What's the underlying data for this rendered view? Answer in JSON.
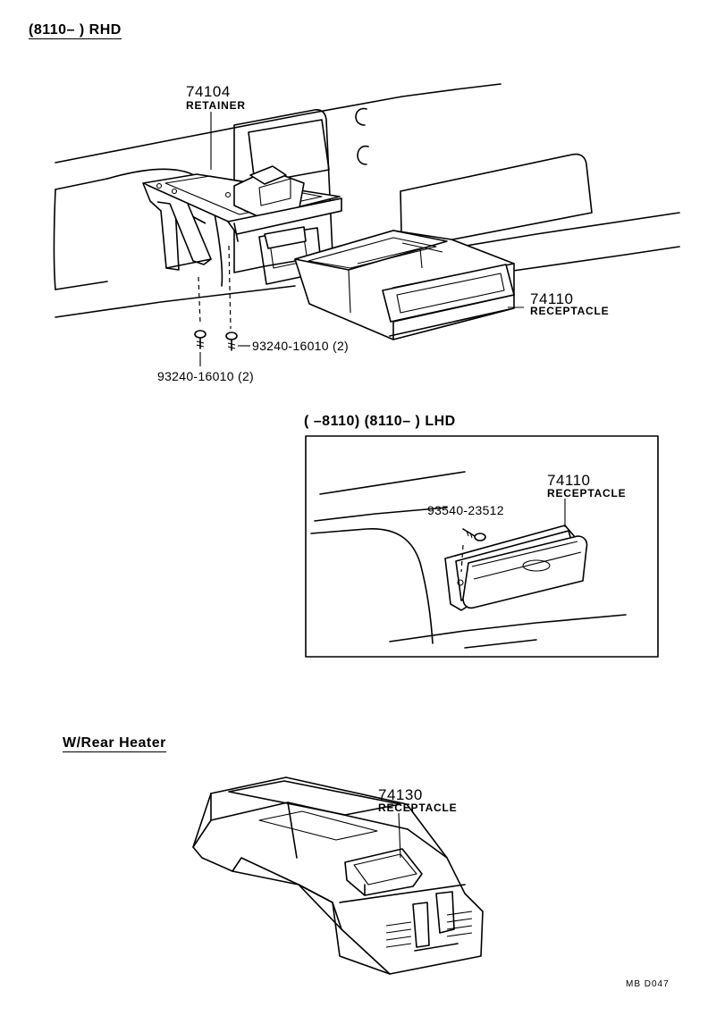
{
  "sections": {
    "rhd": {
      "header": "(8110–      ) RHD",
      "callouts": [
        {
          "number": "74104",
          "name": "RETAINER"
        },
        {
          "number": "74110",
          "name": "RECEPTACLE"
        }
      ],
      "screws": [
        "93240-16010 (2)",
        "93240-16010 (2)"
      ]
    },
    "lhd": {
      "header": "(      –8110) (8110–      ) LHD",
      "callout": {
        "number": "74110",
        "name": "RECEPTACLE"
      },
      "screw": "93540-23512"
    },
    "rear_heater": {
      "header": "W/Rear Heater",
      "callout": {
        "number": "74130",
        "name": "RECEPTACLE"
      }
    }
  },
  "figure_code": "MB  D047"
}
